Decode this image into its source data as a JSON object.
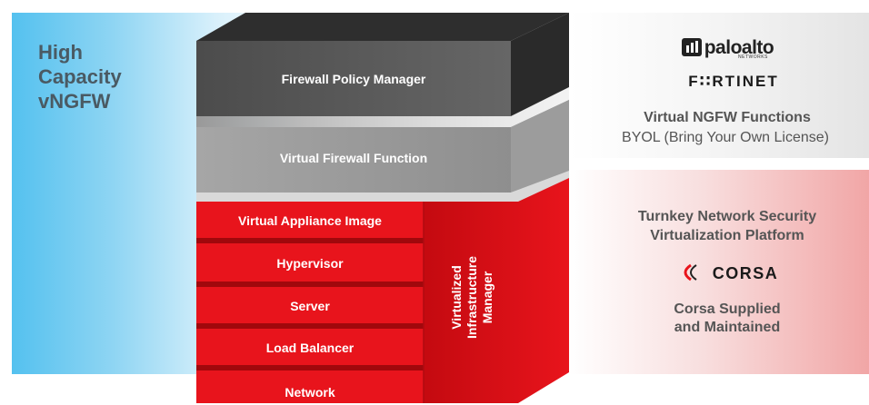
{
  "left": {
    "title_lines": [
      "High",
      "Capacity",
      "vNGFW"
    ]
  },
  "stack": {
    "firewall_policy_manager": "Firewall Policy Manager",
    "virtual_firewall_function": "Virtual Firewall Function",
    "layers": [
      "Virtual Appliance Image",
      "Hypervisor",
      "Server",
      "Load Balancer",
      "Network"
    ],
    "vim_lines": [
      "Virtualized",
      "Infrastructure",
      "Manager"
    ]
  },
  "right_top": {
    "logos": {
      "palo_main": "paloalto",
      "palo_sub": "NETWORKS",
      "fortinet": "F∷RTINET"
    },
    "heading": "Virtual NGFW Functions",
    "subheading": "BYOL (Bring Your Own License)"
  },
  "right_bottom": {
    "heading_lines": [
      "Turnkey Network Security",
      "Virtualization Platform"
    ],
    "logo": "CORSA",
    "footer_lines": [
      "Corsa Supplied",
      "and Maintained"
    ]
  },
  "colors": {
    "blue": "#54c1ef",
    "red": "#e8141c",
    "dark_gray": "#5a5a5a",
    "mid_gray": "#999999",
    "pink": "#f1a6a6"
  },
  "icons": [
    "palo-alto-logo-icon",
    "corsa-logo-icon"
  ]
}
